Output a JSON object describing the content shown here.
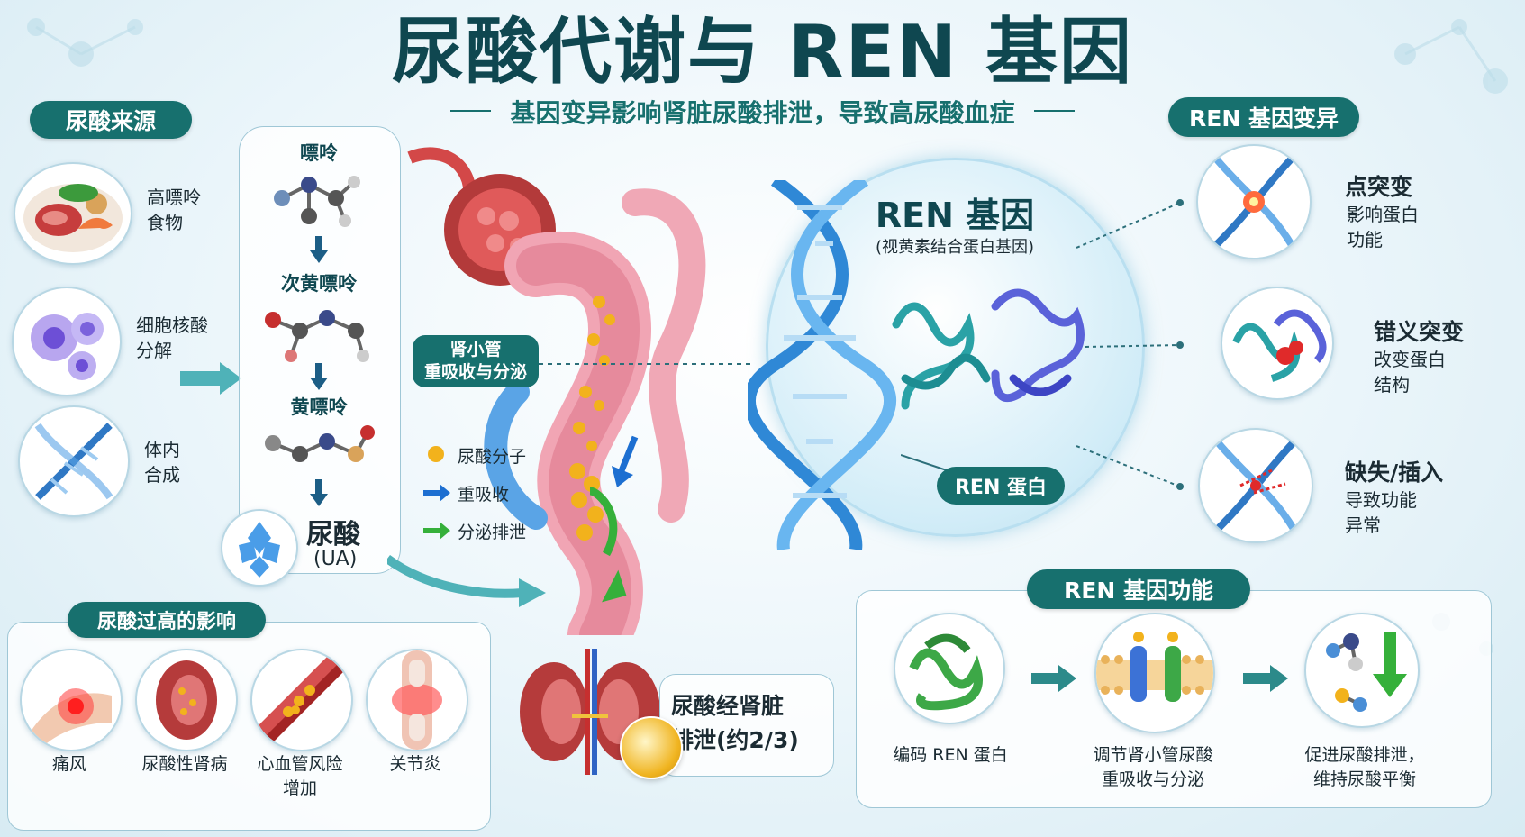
{
  "header": {
    "title": "尿酸代谢与 REN 基因",
    "subtitle": "基因变异影响肾脏尿酸排泄，导致高尿酸血症"
  },
  "sources": {
    "heading": "尿酸来源",
    "items": [
      {
        "label": "高嘌呤\n食物",
        "icon": "food-icon"
      },
      {
        "label": "细胞核酸\n分解",
        "icon": "cell-icon"
      },
      {
        "label": "体内\n合成",
        "icon": "dna-icon"
      }
    ]
  },
  "pathway": {
    "steps": [
      "嘌呤",
      "次黄嘌呤",
      "黄嘌呤"
    ],
    "product": "尿酸",
    "product_abbr": "(UA)"
  },
  "kidney": {
    "tubule_label": "肾小管\n重吸收与分泌",
    "legend": [
      {
        "label": "尿酸分子",
        "color": "#f2b21c"
      },
      {
        "label": "重吸收",
        "color": "#1d6fd1"
      },
      {
        "label": "分泌排泄",
        "color": "#35b03a"
      }
    ],
    "excretion": "尿酸经肾脏\n排泄(约2/3)"
  },
  "gene": {
    "title": "REN 基因",
    "subtitle": "(视黄素结合蛋白基因)",
    "protein_label": "REN 蛋白"
  },
  "mutations": {
    "heading": "REN 基因变异",
    "items": [
      {
        "title": "点突变",
        "desc": "影响蛋白\n功能"
      },
      {
        "title": "错义突变",
        "desc": "改变蛋白\n结构"
      },
      {
        "title": "缺失/插入",
        "desc": "导致功能\n异常"
      }
    ]
  },
  "effects": {
    "heading": "尿酸过高的影响",
    "items": [
      "痛风",
      "尿酸性肾病",
      "心血管风险\n增加",
      "关节炎"
    ]
  },
  "functions": {
    "heading": "REN 基因功能",
    "items": [
      "编码 REN 蛋白",
      "调节肾小管尿酸\n重吸收与分泌",
      "促进尿酸排泄，\n维持尿酸平衡"
    ]
  },
  "colors": {
    "accent": "#17706e",
    "title": "#0f4750",
    "urate": "#f2b21c",
    "reabsorb": "#1d6fd1",
    "secrete": "#35b03a"
  }
}
